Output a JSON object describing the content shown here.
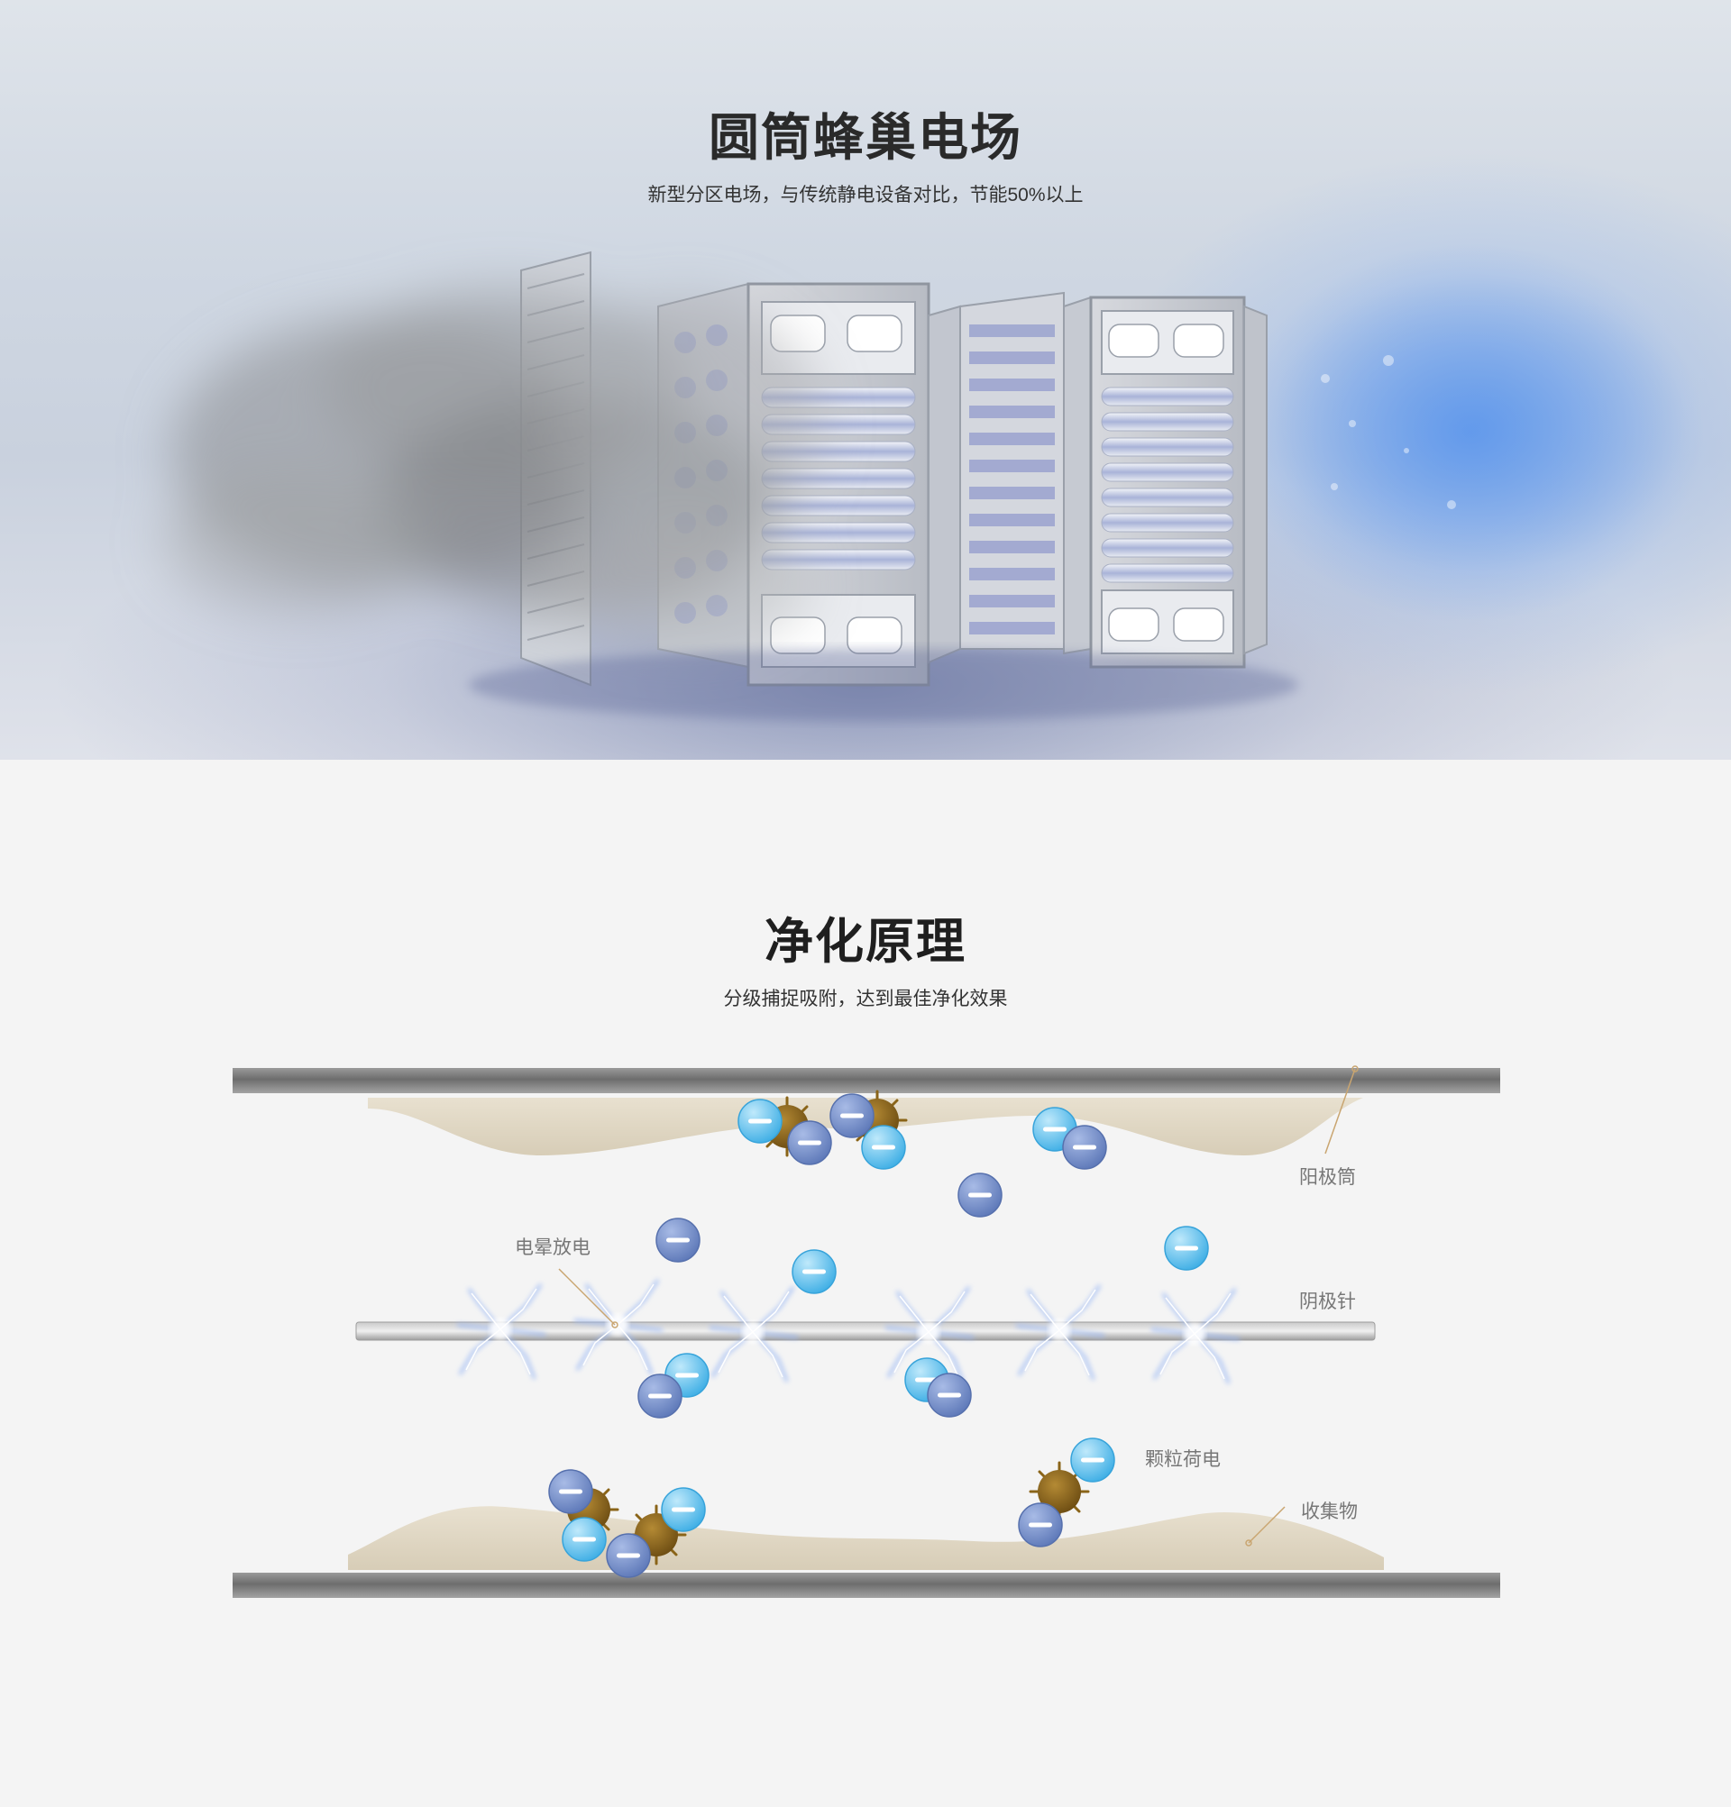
{
  "hero": {
    "title": "圆筒蜂巢电场",
    "subtitle": "新型分区电场，与传统静电设备对比，节能50%以上"
  },
  "principle": {
    "title": "净化原理",
    "subtitle": "分级捕捉吸附，达到最佳净化效果",
    "labels": {
      "anode_tube": "阳极筒",
      "corona_discharge": "电晕放电",
      "cathode_needle": "阴极针",
      "particle_charging": "颗粒荷电",
      "collected_matter": "收集物"
    }
  },
  "colors": {
    "ion_dark": "#6a86c4",
    "ion_light": "#52b9ea",
    "particle": "#8a6418",
    "glow_blue": "#5c96eb",
    "pipe": "#7d7d7d"
  },
  "icons": [
    "negative-ion-icon",
    "dust-particle-icon",
    "electric-spark-icon"
  ]
}
